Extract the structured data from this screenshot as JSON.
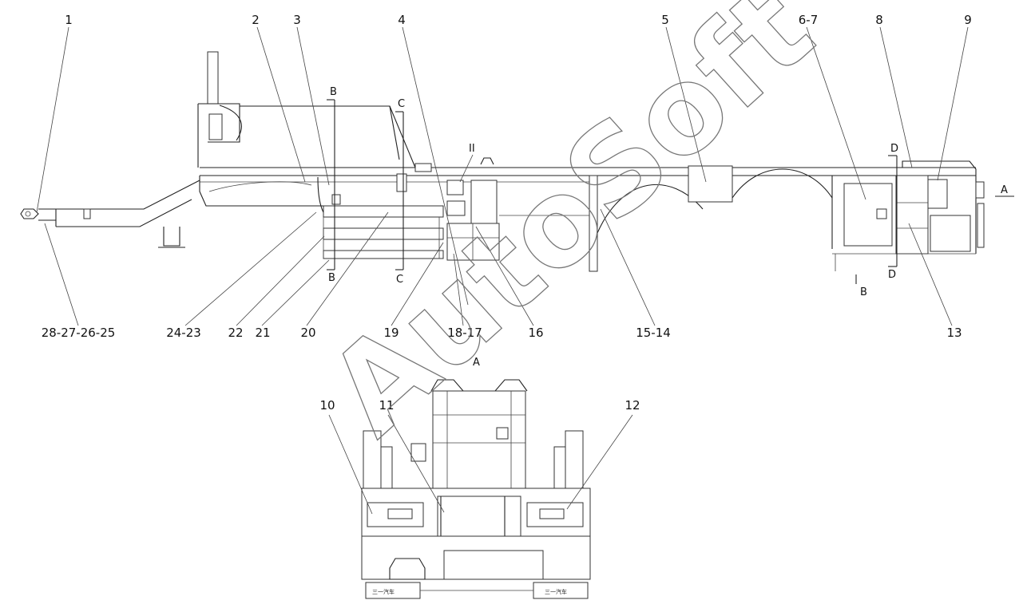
{
  "callouts": [
    "1",
    "2",
    "3",
    "4",
    "5",
    "6-7",
    "8",
    "9",
    "28-27-26-25",
    "24-23",
    "22",
    "21",
    "20",
    "19",
    "18-17",
    "16",
    "15-14",
    "13",
    "10",
    "11",
    "12"
  ],
  "section_marks": {
    "b": "B",
    "c": "C",
    "d": "D",
    "roman": "II",
    "a": "A"
  },
  "watermark": "AutoSoft",
  "plate_text": "三一汽车"
}
